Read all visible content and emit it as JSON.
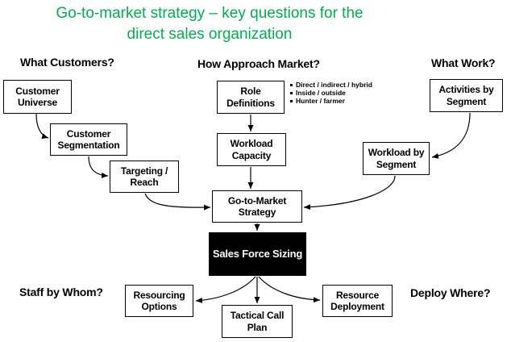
{
  "title": {
    "line1": "Go-to-market strategy – key questions for the",
    "line2": "direct sales organization"
  },
  "headings": {
    "what_customers": "What Customers?",
    "how_approach_market": "How Approach Market?",
    "what_work": "What Work?",
    "staff_by_whom": "Staff by Whom?",
    "deploy_where": "Deploy Where?"
  },
  "nodes": {
    "customer_universe": "Customer Universe",
    "customer_segmentation": "Customer Segmentation",
    "targeting_reach": "Targeting / Reach",
    "role_definitions": "Role Definitions",
    "workload_capacity": "Workload Capacity",
    "activities_by_segment": "Activities by Segment",
    "workload_by_segment": "Workload by Segment",
    "go_to_market_strategy": "Go-to-Market Strategy",
    "sales_force_sizing": "Sales Force Sizing",
    "resourcing_options": "Resourcing Options",
    "tactical_call_plan": "Tactical Call Plan",
    "resource_deployment": "Resource Deployment"
  },
  "role_definition_bullets": [
    "Direct / indirect / hybrid",
    "Inside / outside",
    "Hunter / farmer"
  ],
  "edges": [
    {
      "from": "customer_universe",
      "to": "customer_segmentation"
    },
    {
      "from": "customer_segmentation",
      "to": "targeting_reach"
    },
    {
      "from": "targeting_reach",
      "to": "go_to_market_strategy"
    },
    {
      "from": "role_definitions",
      "to": "workload_capacity"
    },
    {
      "from": "workload_capacity",
      "to": "go_to_market_strategy"
    },
    {
      "from": "activities_by_segment",
      "to": "workload_by_segment"
    },
    {
      "from": "workload_by_segment",
      "to": "go_to_market_strategy"
    },
    {
      "from": "go_to_market_strategy",
      "to": "sales_force_sizing"
    },
    {
      "from": "sales_force_sizing",
      "to": "resourcing_options"
    },
    {
      "from": "sales_force_sizing",
      "to": "tactical_call_plan"
    },
    {
      "from": "sales_force_sizing",
      "to": "resource_deployment"
    }
  ],
  "colors": {
    "title": "#00B050",
    "box_border": "#000000",
    "highlight_box_bg": "#000000",
    "highlight_box_text": "#FFFFFF"
  }
}
